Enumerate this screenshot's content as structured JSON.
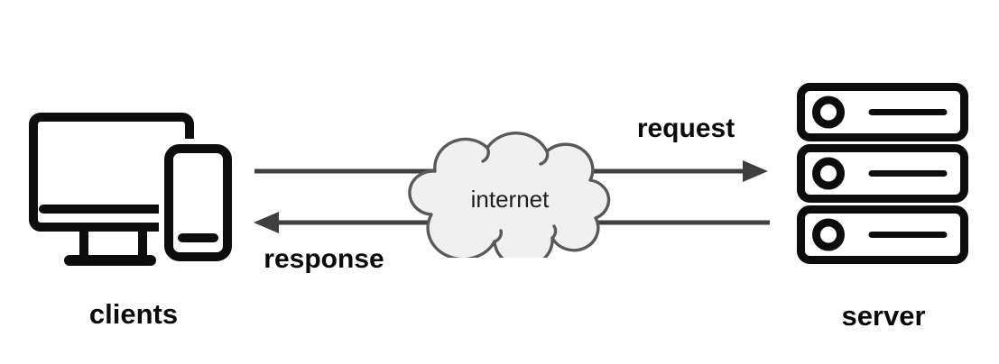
{
  "diagram_type": "client-server-architecture",
  "nodes": [
    {
      "id": "clients",
      "label": "clients",
      "icon": "monitor-and-phone-icon"
    },
    {
      "id": "internet",
      "label": "internet",
      "icon": "cloud-icon"
    },
    {
      "id": "server",
      "label": "server",
      "icon": "server-stack-icon"
    }
  ],
  "edges": [
    {
      "id": "request",
      "label": "request",
      "from": "clients",
      "to": "server",
      "direction": "right"
    },
    {
      "id": "response",
      "label": "response",
      "from": "server",
      "to": "clients",
      "direction": "left"
    }
  ],
  "colors": {
    "background": "#ffffff",
    "icon_stroke": "#0d0d0d",
    "label_text": "#0a0a0a",
    "internet_text": "#1f1f1f",
    "arrow": "#3f3f3f",
    "cloud_fill": "#f0f0f0",
    "cloud_stroke": "#595959"
  }
}
